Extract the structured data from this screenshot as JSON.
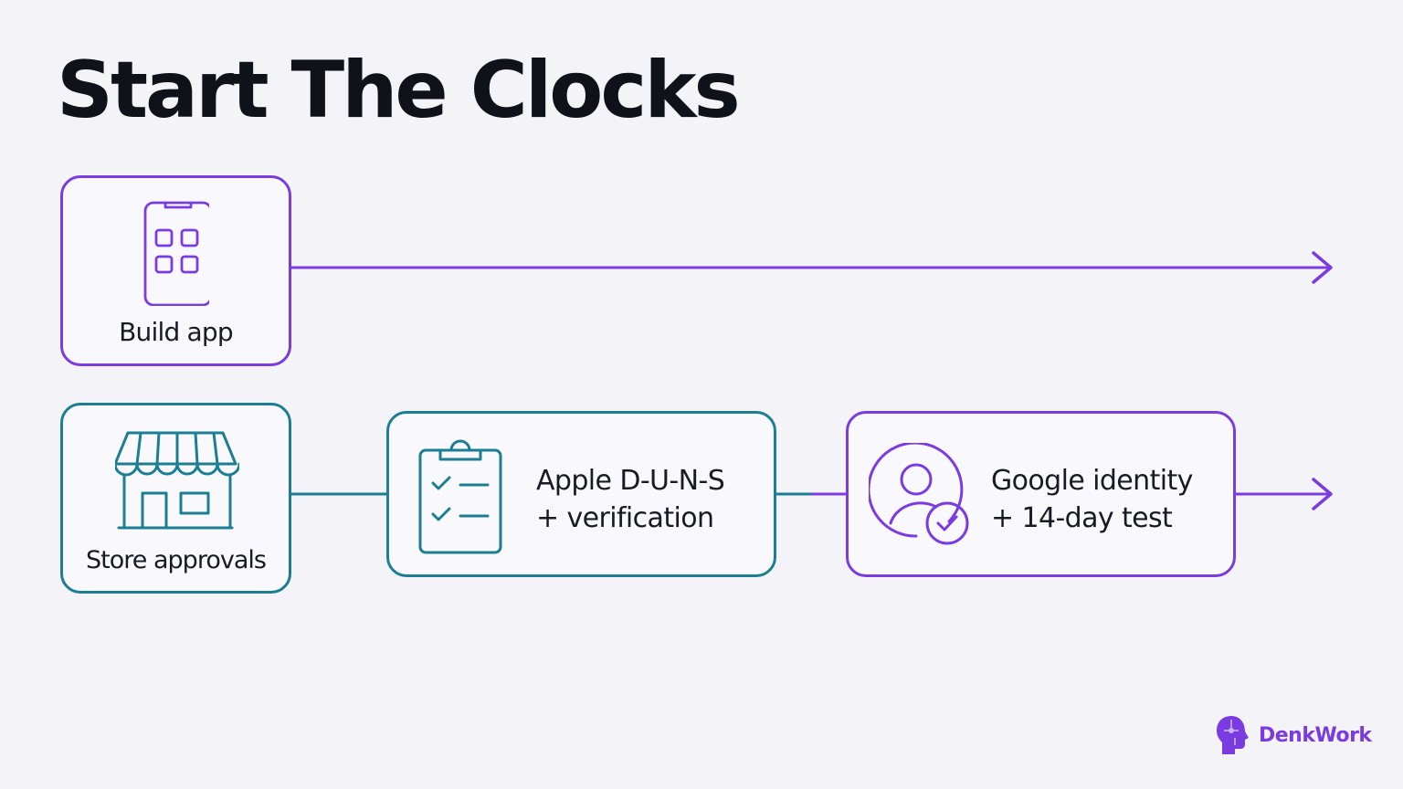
{
  "title": "Start The Clocks",
  "nodes": {
    "build": {
      "label": "Build app",
      "icon": "smartphone-apps-icon"
    },
    "store": {
      "label": "Store approvals",
      "icon": "storefront-icon"
    },
    "apple": {
      "line1": "Apple D-U-N-S",
      "line2": "+ verification",
      "icon": "clipboard-checklist-icon"
    },
    "google": {
      "line1": "Google identity",
      "line2": "+ 14-day test",
      "icon": "user-verified-icon"
    }
  },
  "brand": {
    "name": "DenkWork",
    "icon": "brain-puzzle-icon"
  },
  "colors": {
    "purple": "#7a3ce0",
    "teal": "#1c7e92",
    "background": "#f4f3f8",
    "text": "#111119"
  }
}
